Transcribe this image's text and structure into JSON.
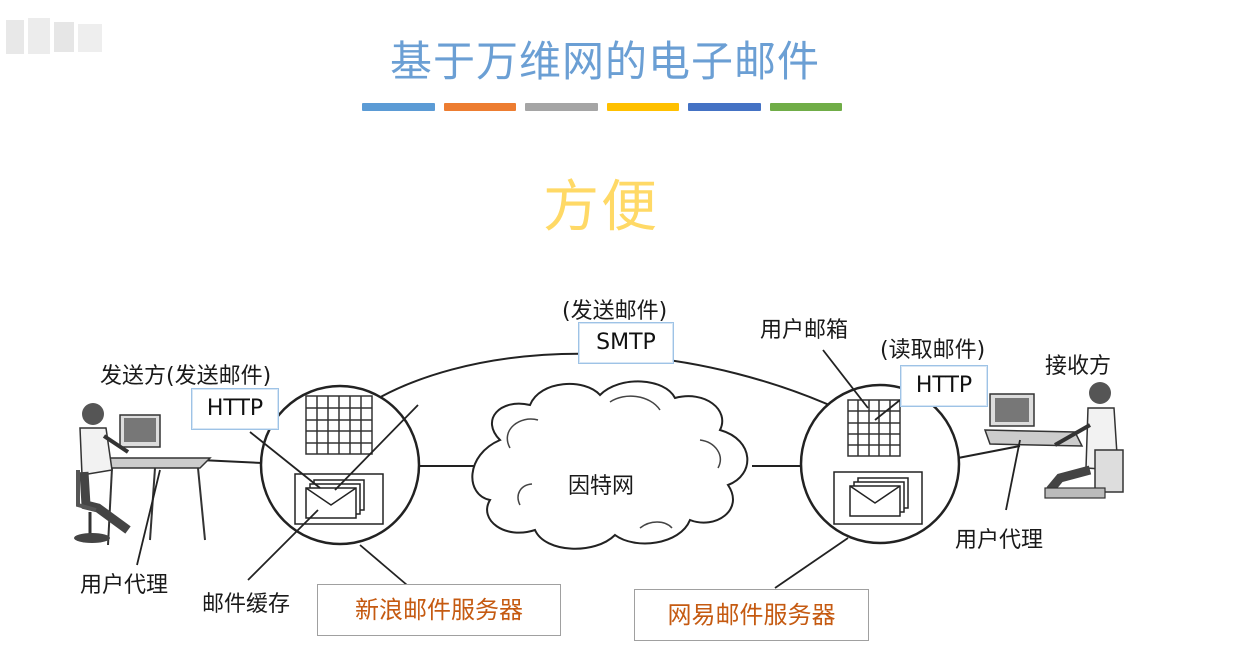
{
  "title": "基于万维网的电子邮件",
  "subtitle": "方便",
  "bar_colors": [
    "#5b9bd5",
    "#ed7d31",
    "#a5a5a5",
    "#ffc000",
    "#4472c4",
    "#70ad47"
  ],
  "diagram": {
    "sender_label": "发送方(发送邮件)",
    "sender_protocol": "HTTP",
    "smtp_caption": "(发送邮件)",
    "smtp_protocol": "SMTP",
    "receiver_caption": "(读取邮件)",
    "receiver_protocol": "HTTP",
    "mailbox_label": "用户邮箱",
    "receiver_label": "接收方",
    "internet_label": "因特网",
    "left_agent_label": "用户代理",
    "right_agent_label": "用户代理",
    "mail_cache_label": "邮件缓存",
    "left_server_label": "新浪邮件服务器",
    "right_server_label": "网易邮件服务器"
  }
}
